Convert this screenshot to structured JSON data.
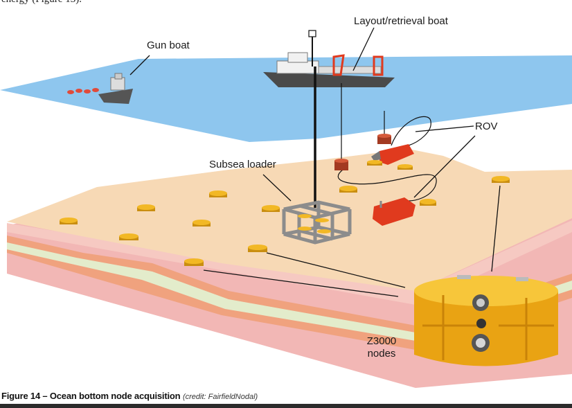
{
  "top_text_fragment": "energy (Figure 13).",
  "labels": {
    "gun_boat": "Gun boat",
    "layout_boat": "Layout/retrieval boat",
    "rov": "ROV",
    "subsea_loader": "Subsea loader",
    "nodes": "Z3000\nnodes"
  },
  "caption": {
    "title": "Figure 14 – Ocean bottom node acquisition",
    "credit": "(credit: FairfieldNodal)"
  },
  "colors": {
    "sea_surface": "#8ec6ee",
    "seabed": "#f7d9b5",
    "layer_pink": "#f2b7b5",
    "layer_orange": "#f0a27e",
    "layer_green": "#e3eccb",
    "node_yellow": "#f2b825",
    "rov_red": "#e03a1e",
    "loader_grey": "#8c8c8c"
  }
}
